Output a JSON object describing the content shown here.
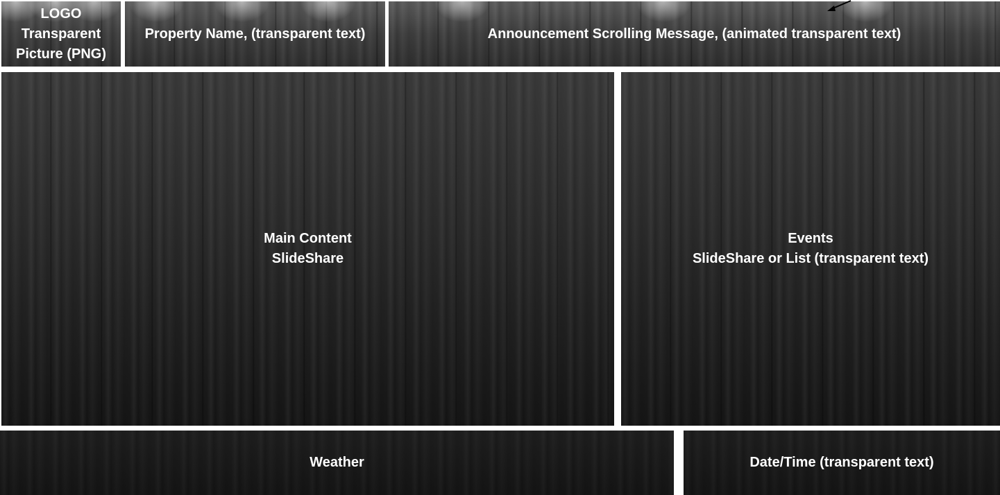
{
  "panels": {
    "logo": {
      "lines": [
        "LOGO",
        "Transparent",
        "Picture (PNG)"
      ]
    },
    "property_name": {
      "lines": [
        "Property Name, (transparent text)"
      ]
    },
    "announcement": {
      "lines": [
        "Announcement Scrolling Message,  (animated transparent text)"
      ]
    },
    "main_content": {
      "lines": [
        "Main Content",
        "SlideShare"
      ]
    },
    "events": {
      "lines": [
        "Events",
        "SlideShare or List (transparent text)"
      ]
    },
    "weather": {
      "lines": [
        "Weather"
      ]
    },
    "date_time": {
      "lines": [
        "Date/Time (transparent text)"
      ]
    }
  },
  "icons": {
    "pointer": "arrow-pointer-icon"
  },
  "colors": {
    "text": "#ffffff",
    "gap": "#ffffff",
    "wood_dark": "#1a1a1a",
    "wood_mid": "#2e2e2e"
  }
}
